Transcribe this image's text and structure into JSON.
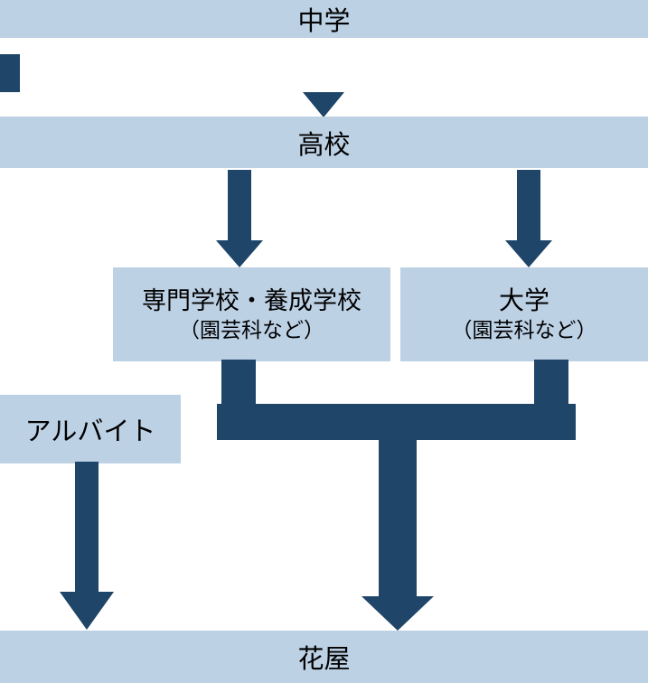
{
  "colors": {
    "light_blue": "#bdd1e5",
    "navy": "#1f4568",
    "text": "#000000",
    "background": "#ffffff"
  },
  "diagram": {
    "type": "flowchart",
    "nodes": {
      "junior_high": {
        "label": "中学"
      },
      "high_school": {
        "label": "高校"
      },
      "vocational_school": {
        "line1": "専門学校・養成学校",
        "line2": "（園芸科など）"
      },
      "university": {
        "line1": "大学",
        "line2": "（園芸科など）"
      },
      "part_time_job": {
        "label": "アルバイト"
      },
      "flower_shop": {
        "label": "花屋"
      }
    }
  }
}
